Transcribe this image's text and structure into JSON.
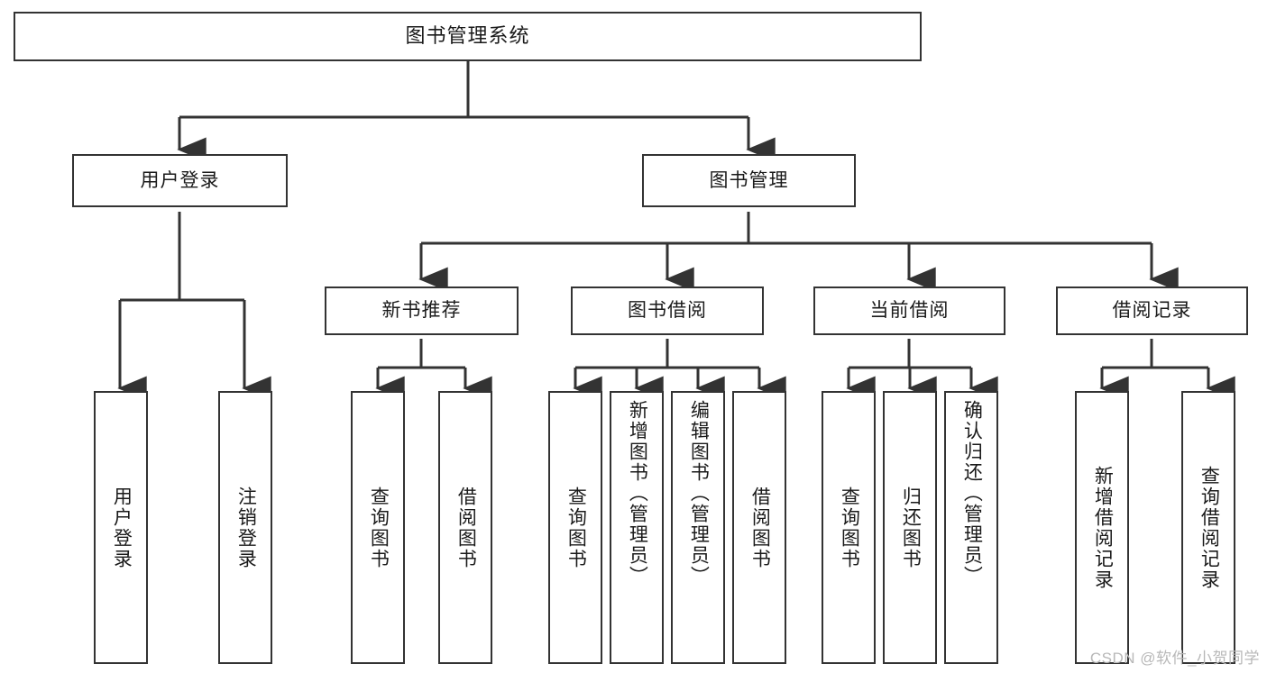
{
  "diagram": {
    "title": "图书管理系统",
    "type": "tree-hierarchy-chart",
    "root": {
      "label": "图书管理系统"
    },
    "level2": [
      {
        "label": "用户登录"
      },
      {
        "label": "图书管理"
      }
    ],
    "level3": [
      {
        "label": "新书推荐"
      },
      {
        "label": "图书借阅"
      },
      {
        "label": "当前借阅"
      },
      {
        "label": "借阅记录"
      }
    ],
    "leaves": {
      "user_login": [
        {
          "label": "用户登录"
        },
        {
          "label": "注销登录"
        }
      ],
      "new_book_recommend": [
        {
          "label": "查询图书"
        },
        {
          "label": "借阅图书"
        }
      ],
      "book_borrow": [
        {
          "label": "查询图书"
        },
        {
          "label": "新增图书（管理员）"
        },
        {
          "label": "编辑图书（管理员）"
        },
        {
          "label": "借阅图书"
        }
      ],
      "current_borrow": [
        {
          "label": "查询图书"
        },
        {
          "label": "归还图书"
        },
        {
          "label": "确认归还（管理员）"
        }
      ],
      "borrow_record": [
        {
          "label": "新增借阅记录"
        },
        {
          "label": "查询借阅记录"
        }
      ]
    }
  },
  "watermark": {
    "text": "CSDN @软件_小贺同学"
  },
  "colors": {
    "border": "#333333",
    "text": "#1a1a1a",
    "background": "#ffffff",
    "watermark": "#b8b8b8"
  }
}
